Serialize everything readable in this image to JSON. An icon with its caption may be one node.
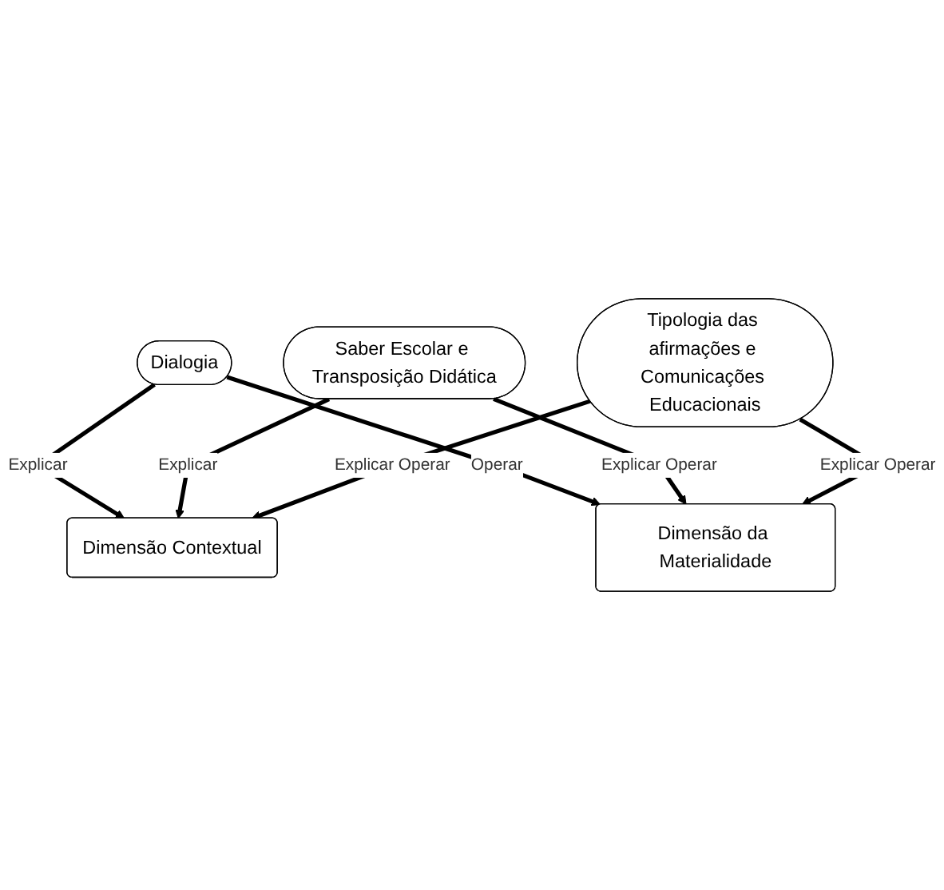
{
  "diagram": {
    "nodes": [
      {
        "text": [
          "Dialogia"
        ]
      },
      {
        "text": [
          "Saber Escolar e Transposição Didática"
        ]
      },
      {
        "text": [
          "Dimensão Contextual"
        ]
      },
      {
        "text": [
          "Dimensão da Materialidade"
        ]
      },
      {
        "text": [
          "Tipologia das afirmações e Comunicações Educacionais"
        ]
      }
    ],
    "edges": [
      {
        "from": 0,
        "to": 2,
        "arrow": "to",
        "label": "Explicar"
      },
      {
        "from": 0,
        "to": 3,
        "arrow": "to",
        "label": "Operar"
      },
      {
        "from": 1,
        "to": 2,
        "arrow": "to",
        "label": "Explicar"
      },
      {
        "from": 1,
        "to": 3,
        "arrow": "to",
        "label": "Explicar Operar"
      },
      {
        "from": 4,
        "to": 2,
        "arrow": "to",
        "label": "Explicar Operar"
      },
      {
        "from": 4,
        "to": 3,
        "arrow": "to",
        "label": "Explicar Operar"
      }
    ]
  }
}
